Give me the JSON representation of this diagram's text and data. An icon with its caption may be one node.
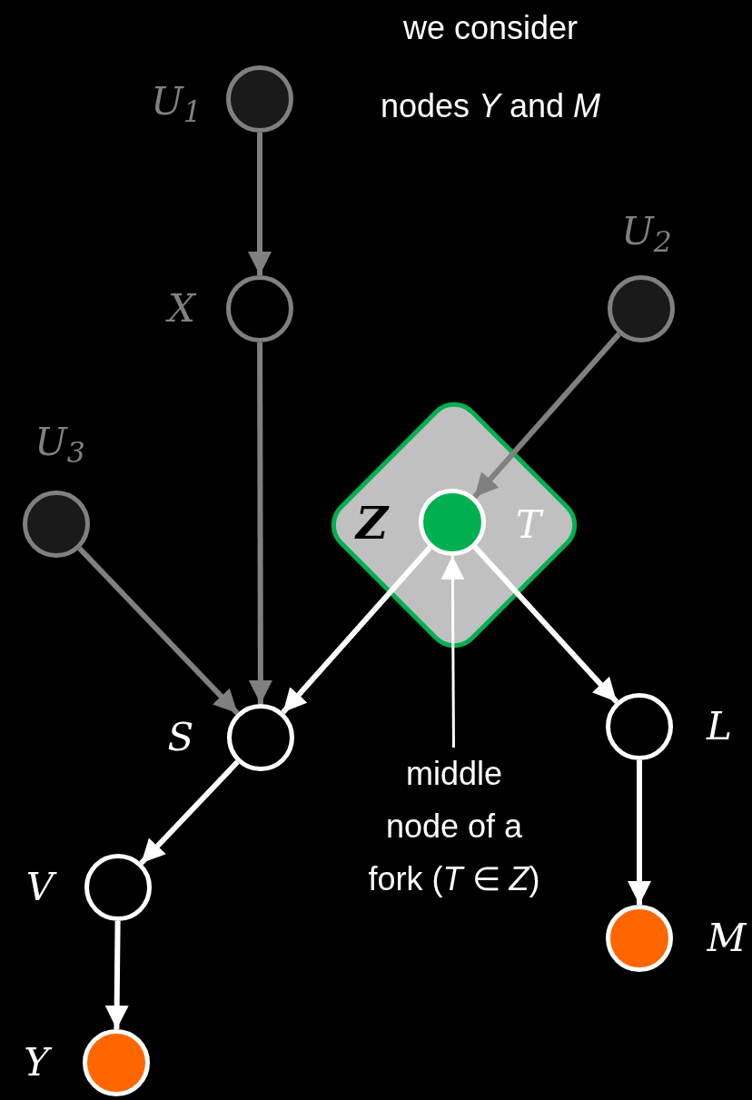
{
  "diagram": {
    "nodes": [
      {
        "text": [],
        "shape": "circle",
        "beside": [
          "U$_{1}$"
        ]
      },
      {
        "text": [],
        "shape": "circle",
        "beside": [
          "X"
        ]
      },
      {
        "text": [],
        "shape": "circle",
        "beside": [
          "U$_{2}$"
        ]
      },
      {
        "text": [
          "Z"
        ]
      },
      {
        "text": [],
        "shape": "circle",
        "in": 3,
        "beside": [
          "T"
        ]
      },
      {
        "text": [],
        "shape": "circle",
        "beside": [
          "U$_{3}$"
        ]
      },
      {
        "text": [],
        "shape": "circle",
        "beside": [
          "S"
        ]
      },
      {
        "text": [],
        "shape": "circle",
        "beside": [
          "L"
        ]
      },
      {
        "text": [],
        "shape": "circle",
        "beside": [
          "V"
        ]
      },
      {
        "text": [],
        "shape": "circle",
        "beside": [
          "M"
        ]
      },
      {
        "text": [],
        "shape": "circle",
        "beside": [
          "Y"
        ]
      },
      {
        "text": [
          "middle node of a fork (*T* ∈ *Z*)"
        ]
      }
    ],
    "edges": [
      {
        "from": 0,
        "to": 1,
        "arrow": "to",
        "color": "#808080"
      },
      {
        "from": 1,
        "to": 6,
        "arrow": "to",
        "color": "#808080"
      },
      {
        "from": 2,
        "to": 4,
        "arrow": "to",
        "color": "#808080"
      },
      {
        "from": 5,
        "to": 6,
        "arrow": "to",
        "color": "#808080"
      },
      {
        "from": 4,
        "to": 6,
        "arrow": "to"
      },
      {
        "from": 4,
        "to": 7,
        "arrow": "to"
      },
      {
        "from": 6,
        "to": 8,
        "arrow": "to"
      },
      {
        "from": 8,
        "to": 10,
        "arrow": "to"
      },
      {
        "from": 7,
        "to": 9,
        "arrow": "to"
      },
      {
        "from": 11,
        "to": 4,
        "arrow": "to"
      }
    ],
    "labels": [
      "we consider nodes *Y* and *M*"
    ]
  }
}
